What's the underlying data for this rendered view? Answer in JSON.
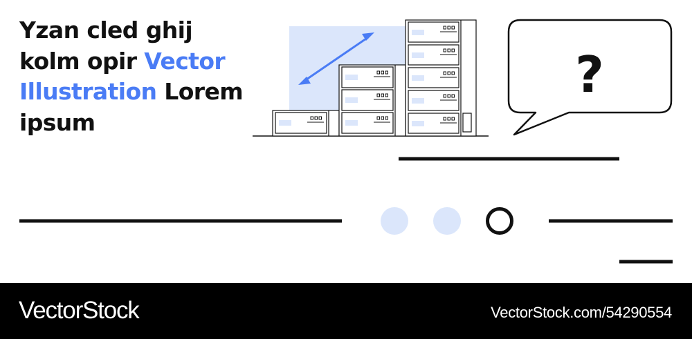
{
  "headline": {
    "part1": "Yzan cled ghij kolm opir ",
    "accent": "Vector Illustration",
    "part2": " Lorem ipsum"
  },
  "speech_bubble": {
    "text": "?"
  },
  "footer": {
    "brand": "VectorStock",
    "url": "VectorStock.com/54290554"
  },
  "colors": {
    "accent": "#4a7cf5",
    "light_blue": "#dbe6fb",
    "line": "#111111",
    "footer_bg": "#000000"
  },
  "icons": [
    "double-arrow-icon",
    "question-mark-icon",
    "dot-icon",
    "ring-icon"
  ]
}
